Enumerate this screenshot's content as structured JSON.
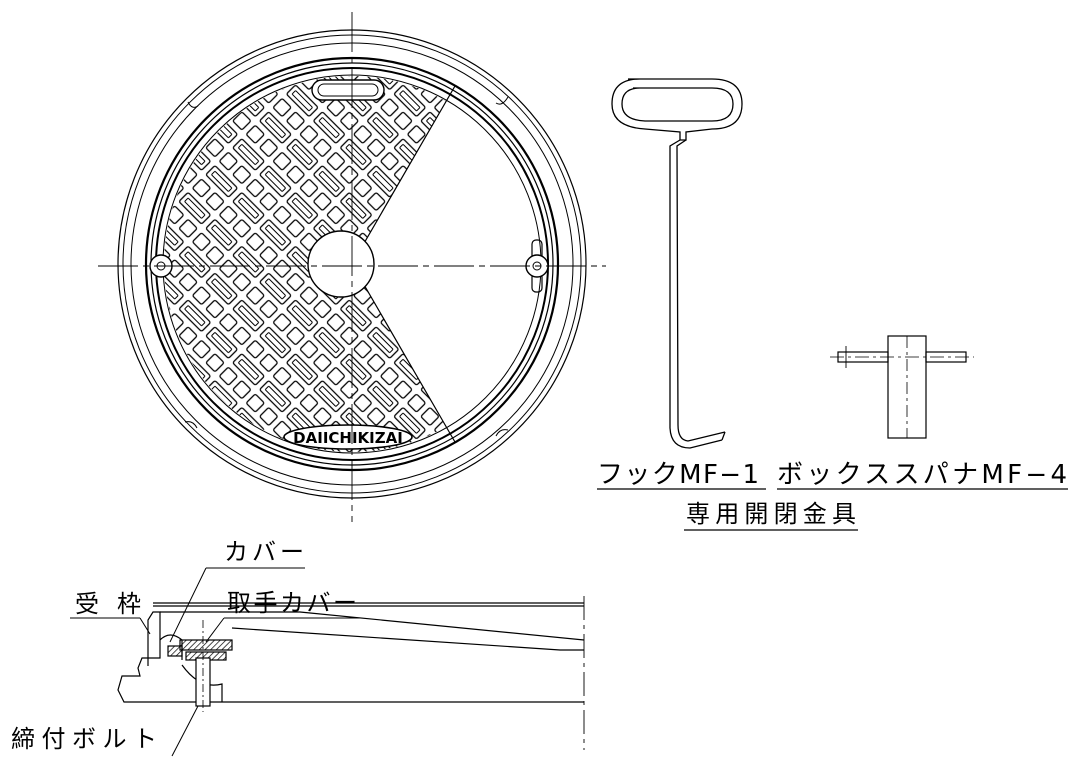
{
  "labels": {
    "brand": "DAIICHIKIZAI",
    "hook": "フックMF−1",
    "spanner": "ボックススパナMF−4",
    "tools_caption": "専用開閉金具",
    "cover": "カバー",
    "frame": "受枠",
    "handle_cover": "取手カバー",
    "bolt": "締付ボルト"
  }
}
